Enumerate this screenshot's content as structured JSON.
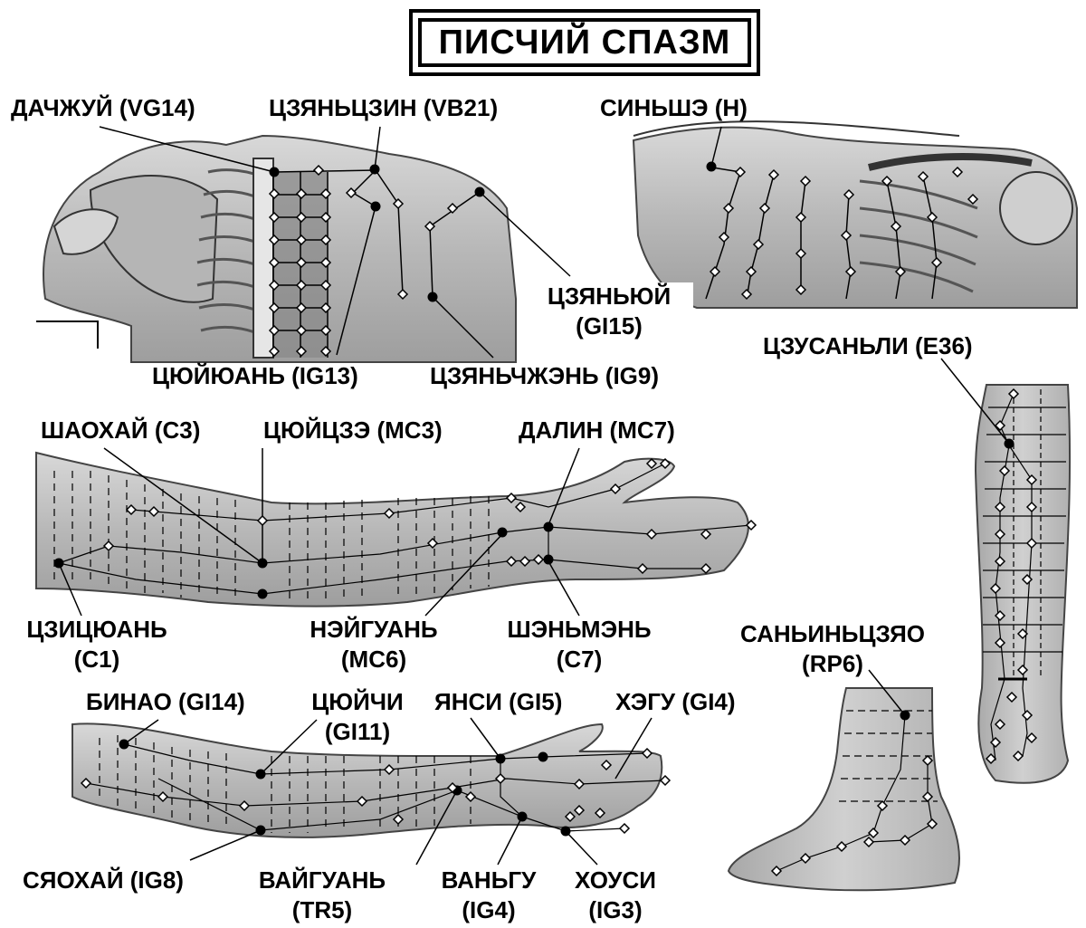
{
  "title": "ПИСЧИЙ СПАЗМ",
  "labels": {
    "dazhuy": "ДАЧЖУЙ (VG14)",
    "czyanczin": "ЦЗЯНЬЦЗИН (VB21)",
    "sinshe": "СИНЬШЭ (H)",
    "czyanyuy_1": "ЦЗЯНЬЮЙ",
    "czyanyuy_2": "(GI15)",
    "czyuyuan": "ЦЮЙЮАНЬ (IG13)",
    "czyanchzhen": "ЦЗЯНЬЧЖЭНЬ (IG9)",
    "czusanli": "ЦЗУСАНЬЛИ (E36)",
    "shaohay": "ШАОХАЙ (C3)",
    "czyuyczze": "ЦЮЙЦЗЭ (MC3)",
    "dalin": "ДАЛИН (MC7)",
    "czicyuan_1": "ЦЗИЦЮАНЬ",
    "czicyuan_2": "(C1)",
    "neyguan_1": "НЭЙГУАНЬ",
    "neyguan_2": "(MC6)",
    "shenmen_1": "ШЭНЬМЭНЬ",
    "shenmen_2": "(C7)",
    "sanyinczyao_1": "САНЬИНЬЦЗЯО",
    "sanyinczyao_2": "(RP6)",
    "binao": "БИНАО (GI14)",
    "czyuychi_1": "ЦЮЙЧИ",
    "czyuychi_2": "(GI11)",
    "yansi": "ЯНСИ (GI5)",
    "hegu": "ХЭГУ (GI4)",
    "syaohay": "СЯОХАЙ (IG8)",
    "vayguan_1": "ВАЙГУАНЬ",
    "vayguan_2": "(TR5)",
    "vangu_1": "ВАНЬГУ",
    "vangu_2": "(IG4)",
    "housi_1": "ХОУСИ",
    "housi_2": "(IG3)"
  },
  "colors": {
    "skin": "#c9c9c9",
    "skin_dark": "#9a9a9a",
    "ink": "#000000",
    "point_fill": "#ffffff"
  }
}
